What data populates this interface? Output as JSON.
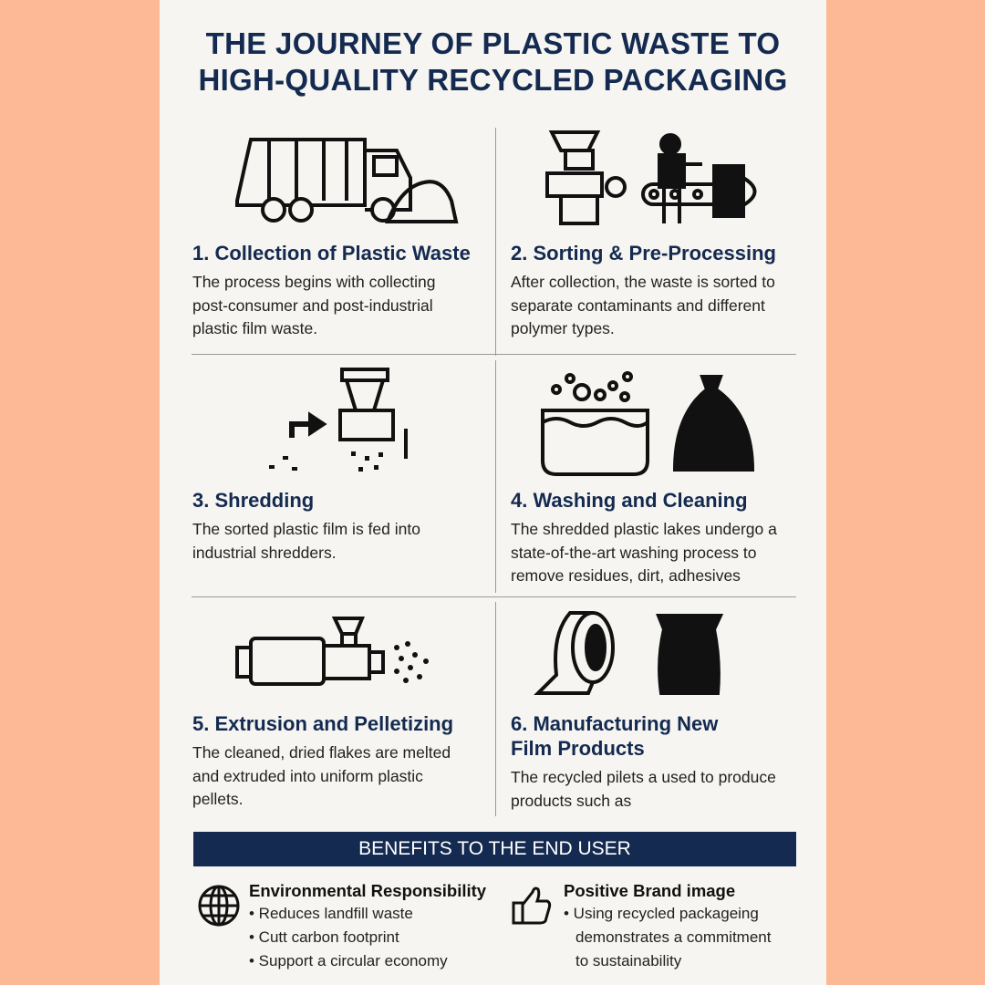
{
  "title": {
    "line1": "THE JOURNEY OF PLASTIC WASTE TO",
    "line2": "HIGH-QUALITY RECYCLED PACKAGING"
  },
  "steps": [
    {
      "heading": "1. Collection of Plastic Waste",
      "text": "The process begins with collecting post-consumer and post-industrial plastic film waste.",
      "icon": "garbage-truck-icon"
    },
    {
      "heading": "2. Sorting & Pre-Processing",
      "text": "After collection, the waste is sorted to separate contaminants and different polymer types.",
      "icon": "sorting-conveyor-icon"
    },
    {
      "heading": "3. Shredding",
      "text": "The sorted plastic film is fed into industrial shredders.",
      "icon": "shredder-icon"
    },
    {
      "heading": "4. Washing and Cleaning",
      "text": "The shredded plastic lakes undergo a state-of-the-art washing process to remove residues, dirt, adhesives",
      "icon": "washing-tank-icon"
    },
    {
      "heading": "5. Extrusion and Pelletizing",
      "text": "The cleaned, dried flakes are melted and extruded into uniform plastic pellets.",
      "icon": "extruder-icon"
    },
    {
      "heading": "6. Manufacturing New Film Products",
      "text": "The recycled pilets a used to produce products such as",
      "icon": "film-roll-icon"
    }
  ],
  "benefits": {
    "banner": "BENEFITS TO THE END USER",
    "environmental": {
      "heading": "Environmental Responsibility",
      "items": [
        "• Reduces landfill waste",
        "• Cutt carbon footprint",
        "• Support a circular economy"
      ],
      "icon": "globe-icon"
    },
    "brand": {
      "heading": "Positive Brand image",
      "items": [
        "• Using recycled packageing",
        "demonstrates a commitment",
        "to sustainability"
      ],
      "icon": "thumbs-up-icon"
    }
  },
  "colors": {
    "navy": "#142a50",
    "background": "#fdb995",
    "panel": "#f6f5f1"
  }
}
